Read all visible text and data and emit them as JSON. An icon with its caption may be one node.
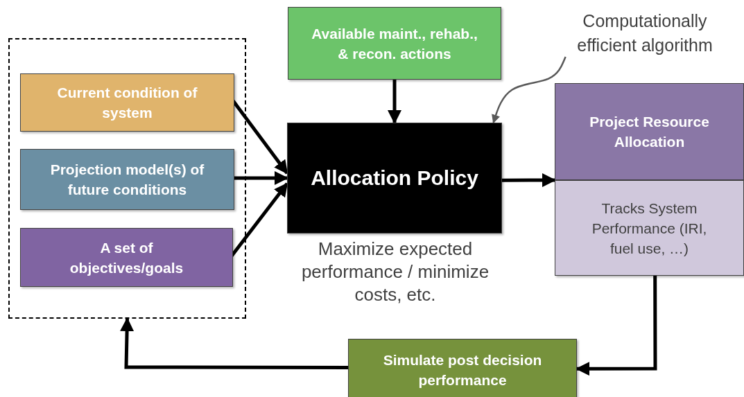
{
  "diagram": {
    "nodes": [
      {
        "text": [],
        "shape": "box"
      },
      {
        "text": [
          "Current condition of system"
        ],
        "in": 0
      },
      {
        "text": [
          "Projection model(s) of future conditions"
        ],
        "in": 0
      },
      {
        "text": [
          "A set of objectives/goals"
        ],
        "in": 0
      },
      {
        "text": [
          "Available maint., rehab., & recon. actions"
        ]
      },
      {
        "text": [
          "Allocation Policy"
        ],
        "beside": [
          "Maximize expected performance / minimize costs, etc."
        ]
      },
      {
        "text": [
          "Computationally efficient algorithm"
        ]
      },
      {
        "text": [
          "Project Resource Allocation"
        ]
      },
      {
        "text": [
          "Tracks System Performance (IRI, fuel use, …)"
        ]
      },
      {
        "text": [
          "Simulate post decision performance"
        ]
      }
    ],
    "edges": [
      {
        "from": 1,
        "to": 5,
        "arrow": "to"
      },
      {
        "from": 2,
        "to": 5,
        "arrow": "to"
      },
      {
        "from": 3,
        "to": 5,
        "arrow": "to"
      },
      {
        "from": 4,
        "to": 5,
        "arrow": "to"
      },
      {
        "from": 6,
        "to": 5,
        "arrow": "to",
        "color": "#595959"
      },
      {
        "from": 5,
        "to": 7,
        "arrow": "to"
      },
      {
        "from": 8,
        "to": 9,
        "arrow": "to"
      },
      {
        "from": 9,
        "to": 0,
        "arrow": "to"
      }
    ]
  }
}
